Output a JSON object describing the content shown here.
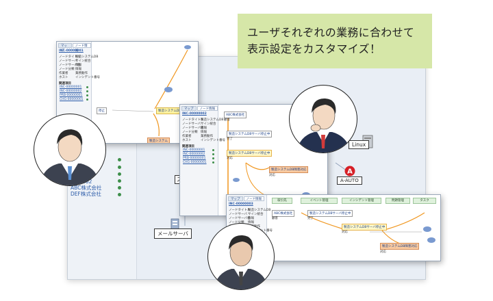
{
  "callout": {
    "line1": "ユーザそれぞれの業務に合わせて",
    "line2": "表示設定をカスタマイズ！"
  },
  "background_window": {
    "links": [
      "ABC株式会社",
      "DEF株式会社"
    ],
    "partial_ids": [
      "0",
      "0007",
      "0000002"
    ],
    "mail_server": "メールサーバ",
    "linux": "Linux",
    "auto": "A-AUTO",
    "s_frag": "ス"
  },
  "win1": {
    "tabs": [
      "マップ",
      "ノード情報"
    ],
    "id": "INC-00000001",
    "props": [
      [
        "ノードタイトル",
        "製造システムDB"
      ],
      [
        "ノードサーバ",
        "サイン統合"
      ],
      [
        "ノードサーバ名",
        "情報"
      ],
      [
        "ノード分類",
        "情報"
      ],
      [
        "作業者",
        "業務動作"
      ],
      [
        "ホスト",
        "インシデント番号"
      ]
    ],
    "related_title": "関連項目",
    "related": [
      "INC-00000001",
      "INC-00000002",
      "PRB-00000001",
      "CHG-00000001"
    ],
    "node_main": "製造システムDBサーバ停止中",
    "node_left": "停止",
    "node_bottom": "製造システム"
  },
  "win2": {
    "tabs": [
      "マップ",
      "ノード情報"
    ],
    "id": "INC-00000002",
    "props": [
      [
        "ノードタイトル",
        "製造システムDB"
      ],
      [
        "ノードサーバ",
        "サイン統合"
      ],
      [
        "ノードサーバ名",
        "情報"
      ],
      [
        "ノード分類",
        "情報"
      ],
      [
        "作業者",
        "業務動作"
      ],
      [
        "ホスト",
        "インシデント番号"
      ]
    ],
    "related_title": "関連項目",
    "related": [
      "INC-00000001",
      "INC-00000002",
      "PRB-00000001",
      "CHG-00000001"
    ],
    "node_top": "ABC株式会社",
    "node_top_sub": "顧客",
    "node1": "製造システムDBサーバ停止中",
    "node1_sub": "完了",
    "node2": "製造システムDBサーバ停止中",
    "node2_sub": "対応",
    "node3": "製造システムDB障害対応",
    "node3_sub": "対応"
  },
  "win3": {
    "tabs": [
      "マップ",
      "ノード情報"
    ],
    "id": "INC-00000003",
    "columns": [
      "取引先",
      "イベント管理",
      "インシデント管理",
      "問題管理",
      "タスク"
    ],
    "props": [
      [
        "ノードタイトル",
        "製造システムDB"
      ],
      [
        "ノードサーバ",
        "サイン統合"
      ],
      [
        "ノードサーバ名",
        "情報"
      ],
      [
        "ノード分類",
        "情報"
      ],
      [
        "作業者",
        "業務動作"
      ],
      [
        "ホスト",
        "インシデント番号"
      ]
    ],
    "node_client": "ABC株式会社",
    "node_client_sub": "顧客",
    "node1": "製造システムDBサーバ停止中",
    "node1_sub": "完了",
    "node2": "製造システムDBサーバ停止中",
    "node2_sub": "対応",
    "node3": "製造システムDB障害対応",
    "node3_sub": "対応"
  },
  "colors": {
    "callout_bg": "#d6e7a8",
    "orange_link": "#f0961e",
    "yellow_node": "#fff3a0",
    "orange_node": "#f9caa0"
  }
}
